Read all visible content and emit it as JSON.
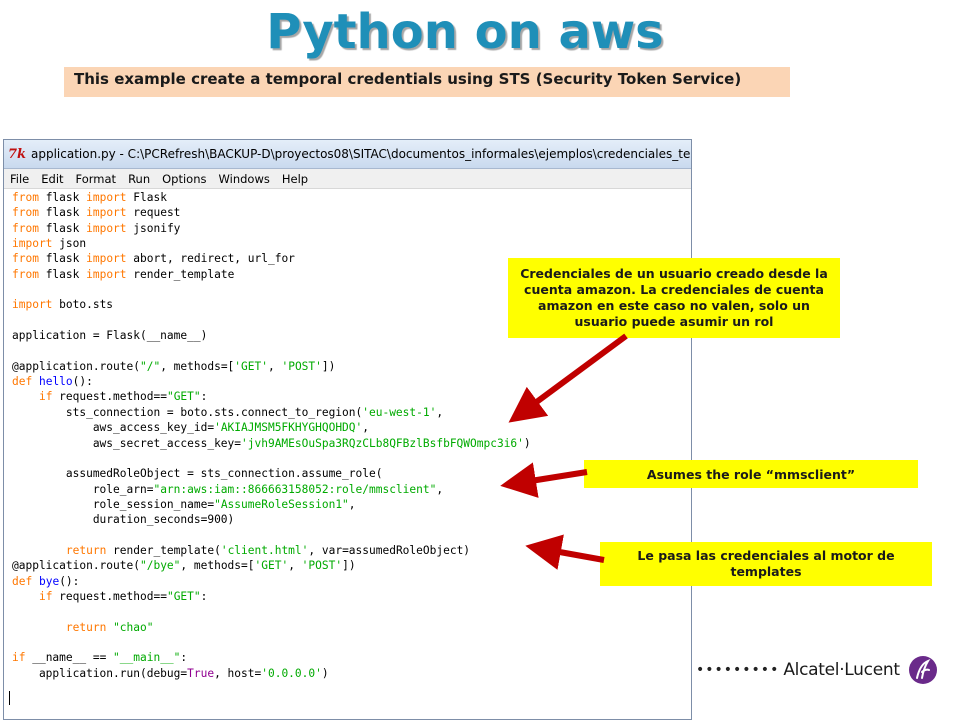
{
  "slide": {
    "title": "Python on aws",
    "subtitle": "This example create a temporal credentials using STS (Security Token Service)"
  },
  "window": {
    "icon_glyph": "7k",
    "title": "application.py - C:\\PCRefresh\\BACKUP-D\\proyectos08\\SITAC\\documentos_informales\\ejemplos\\credenciales_temp\\application.py",
    "menu": [
      "File",
      "Edit",
      "Format",
      "Run",
      "Options",
      "Windows",
      "Help"
    ]
  },
  "code_lines": [
    [
      [
        "kw",
        "from"
      ],
      [
        "n",
        " flask "
      ],
      [
        "kw",
        "import"
      ],
      [
        "n",
        " Flask"
      ]
    ],
    [
      [
        "kw",
        "from"
      ],
      [
        "n",
        " flask "
      ],
      [
        "kw",
        "import"
      ],
      [
        "n",
        " request"
      ]
    ],
    [
      [
        "kw",
        "from"
      ],
      [
        "n",
        " flask "
      ],
      [
        "kw",
        "import"
      ],
      [
        "n",
        " jsonify"
      ]
    ],
    [
      [
        "kw",
        "import"
      ],
      [
        "n",
        " json"
      ]
    ],
    [
      [
        "kw",
        "from"
      ],
      [
        "n",
        " flask "
      ],
      [
        "kw",
        "import"
      ],
      [
        "n",
        " abort, redirect, url_for"
      ]
    ],
    [
      [
        "kw",
        "from"
      ],
      [
        "n",
        " flask "
      ],
      [
        "kw",
        "import"
      ],
      [
        "n",
        " render_template"
      ]
    ],
    [
      [
        "n",
        ""
      ]
    ],
    [
      [
        "kw",
        "import"
      ],
      [
        "n",
        " boto.sts"
      ]
    ],
    [
      [
        "n",
        ""
      ]
    ],
    [
      [
        "n",
        "application = Flask(__name__)"
      ]
    ],
    [
      [
        "n",
        ""
      ]
    ],
    [
      [
        "n",
        "@application.route("
      ],
      [
        "str",
        "\"/\""
      ],
      [
        "n",
        ", methods=["
      ],
      [
        "str",
        "'GET'"
      ],
      [
        "n",
        ", "
      ],
      [
        "str",
        "'POST'"
      ],
      [
        "n",
        "])"
      ]
    ],
    [
      [
        "kw",
        "def"
      ],
      [
        "n",
        " "
      ],
      [
        "fn",
        "hello"
      ],
      [
        "n",
        "():"
      ]
    ],
    [
      [
        "n",
        "    "
      ],
      [
        "kw",
        "if"
      ],
      [
        "n",
        " request.method=="
      ],
      [
        "str",
        "\"GET\""
      ],
      [
        "n",
        ":"
      ]
    ],
    [
      [
        "n",
        "        sts_connection = boto.sts.connect_to_region("
      ],
      [
        "str",
        "'eu-west-1'"
      ],
      [
        "n",
        ","
      ]
    ],
    [
      [
        "n",
        "            aws_access_key_id="
      ],
      [
        "str",
        "'AKIAJMSM5FKHYGHQOHDQ'"
      ],
      [
        "n",
        ","
      ]
    ],
    [
      [
        "n",
        "            aws_secret_access_key="
      ],
      [
        "str",
        "'jvh9AMEsOuSpa3RQzCLb8QFBzlBsfbFQWOmpc3i6'"
      ],
      [
        "n",
        ")"
      ]
    ],
    [
      [
        "n",
        ""
      ]
    ],
    [
      [
        "n",
        "        assumedRoleObject = sts_connection.assume_role("
      ]
    ],
    [
      [
        "n",
        "            role_arn="
      ],
      [
        "str",
        "\"arn:aws:iam::866663158052:role/mmsclient\""
      ],
      [
        "n",
        ","
      ]
    ],
    [
      [
        "n",
        "            role_session_name="
      ],
      [
        "str",
        "\"AssumeRoleSession1\""
      ],
      [
        "n",
        ","
      ]
    ],
    [
      [
        "n",
        "            duration_seconds=900)"
      ]
    ],
    [
      [
        "n",
        ""
      ]
    ],
    [
      [
        "n",
        "        "
      ],
      [
        "kw",
        "return"
      ],
      [
        "n",
        " render_template("
      ],
      [
        "str",
        "'client.html'"
      ],
      [
        "n",
        ", var=assumedRoleObject)"
      ]
    ],
    [
      [
        "n",
        "@application.route("
      ],
      [
        "str",
        "\"/bye\""
      ],
      [
        "n",
        ", methods=["
      ],
      [
        "str",
        "'GET'"
      ],
      [
        "n",
        ", "
      ],
      [
        "str",
        "'POST'"
      ],
      [
        "n",
        "])"
      ]
    ],
    [
      [
        "kw",
        "def"
      ],
      [
        "n",
        " "
      ],
      [
        "fn",
        "bye"
      ],
      [
        "n",
        "():"
      ]
    ],
    [
      [
        "n",
        "    "
      ],
      [
        "kw",
        "if"
      ],
      [
        "n",
        " request.method=="
      ],
      [
        "str",
        "\"GET\""
      ],
      [
        "n",
        ":"
      ]
    ],
    [
      [
        "n",
        ""
      ]
    ],
    [
      [
        "n",
        "        "
      ],
      [
        "kw",
        "return"
      ],
      [
        "n",
        " "
      ],
      [
        "str",
        "\"chao\""
      ]
    ],
    [
      [
        "n",
        ""
      ]
    ],
    [
      [
        "kw",
        "if"
      ],
      [
        "n",
        " __name__ == "
      ],
      [
        "str",
        "\"__main__\""
      ],
      [
        "n",
        ":"
      ]
    ],
    [
      [
        "n",
        "    application.run(debug="
      ],
      [
        "builtin",
        "True"
      ],
      [
        "n",
        ", host="
      ],
      [
        "str",
        "'0.0.0.0'"
      ],
      [
        "n",
        ")"
      ]
    ]
  ],
  "notes": {
    "credentials": "Credenciales de un usuario creado desde la cuenta amazon. La credenciales de cuenta amazon en este caso no valen, solo un usuario puede asumir un rol",
    "assume_role": "Asumes the role “mmsclient”",
    "templates": "Le pasa las credenciales al motor de templates"
  },
  "logo": {
    "dots": "•••••••••",
    "text": "Alcatel·Lucent"
  },
  "colors": {
    "title": "#1f8fb8",
    "subtitle_bg": "#fbd5b5",
    "note_bg": "#ffff00",
    "arrow": "#c00000",
    "keyword": "#ff7700",
    "string": "#00aa00",
    "function": "#0000ff",
    "logo_mark": "#6a2a8a"
  }
}
